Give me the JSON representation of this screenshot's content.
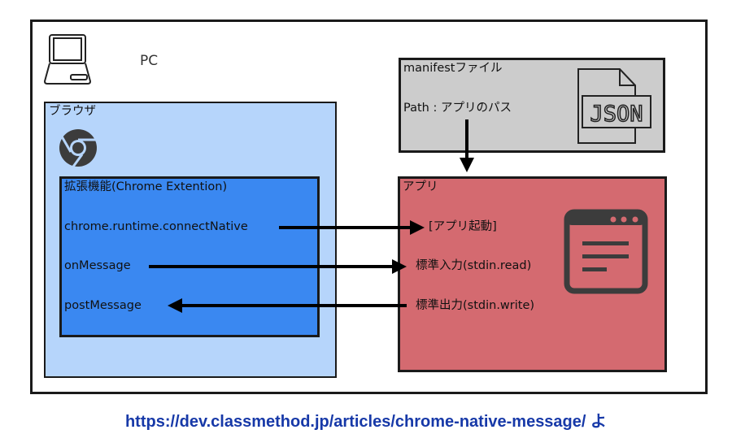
{
  "diagram": {
    "pc": {
      "label": "PC",
      "icon": "laptop-icon"
    },
    "browser": {
      "label": "ブラウザ",
      "icon": "chrome-icon"
    },
    "extension": {
      "label": "拡張機能(Chrome Extention)",
      "items": [
        "chrome.runtime.connectNative",
        "onMessage",
        "postMessage"
      ]
    },
    "manifest": {
      "label": "manifestファイル",
      "path_text": "Path : アプリのパス",
      "icon": "json-file-icon",
      "icon_text": "JSON"
    },
    "app": {
      "label": "アプリ",
      "items": [
        "[アプリ起動]",
        "標準入力(stdin.read)",
        "標準出力(stdin.write)"
      ],
      "icon": "app-window-icon"
    },
    "arrows": [
      {
        "from": "chrome.runtime.connectNative",
        "to": "[アプリ起動]",
        "direction": "right"
      },
      {
        "from": "onMessage",
        "to": "標準入力(stdin.read)",
        "direction": "right"
      },
      {
        "from": "標準出力(stdin.write)",
        "to": "postMessage",
        "direction": "left"
      },
      {
        "from": "manifest.path",
        "to": "app",
        "direction": "down"
      }
    ],
    "colors": {
      "browser_bg": "#b6d5fb",
      "extension_bg": "#3a88f1",
      "manifest_bg": "#cccccc",
      "app_bg": "#d46a70",
      "url_text": "#1739a8"
    }
  },
  "caption": {
    "url_text": "https://dev.classmethod.jp/articles/chrome-native-message/ よ"
  }
}
